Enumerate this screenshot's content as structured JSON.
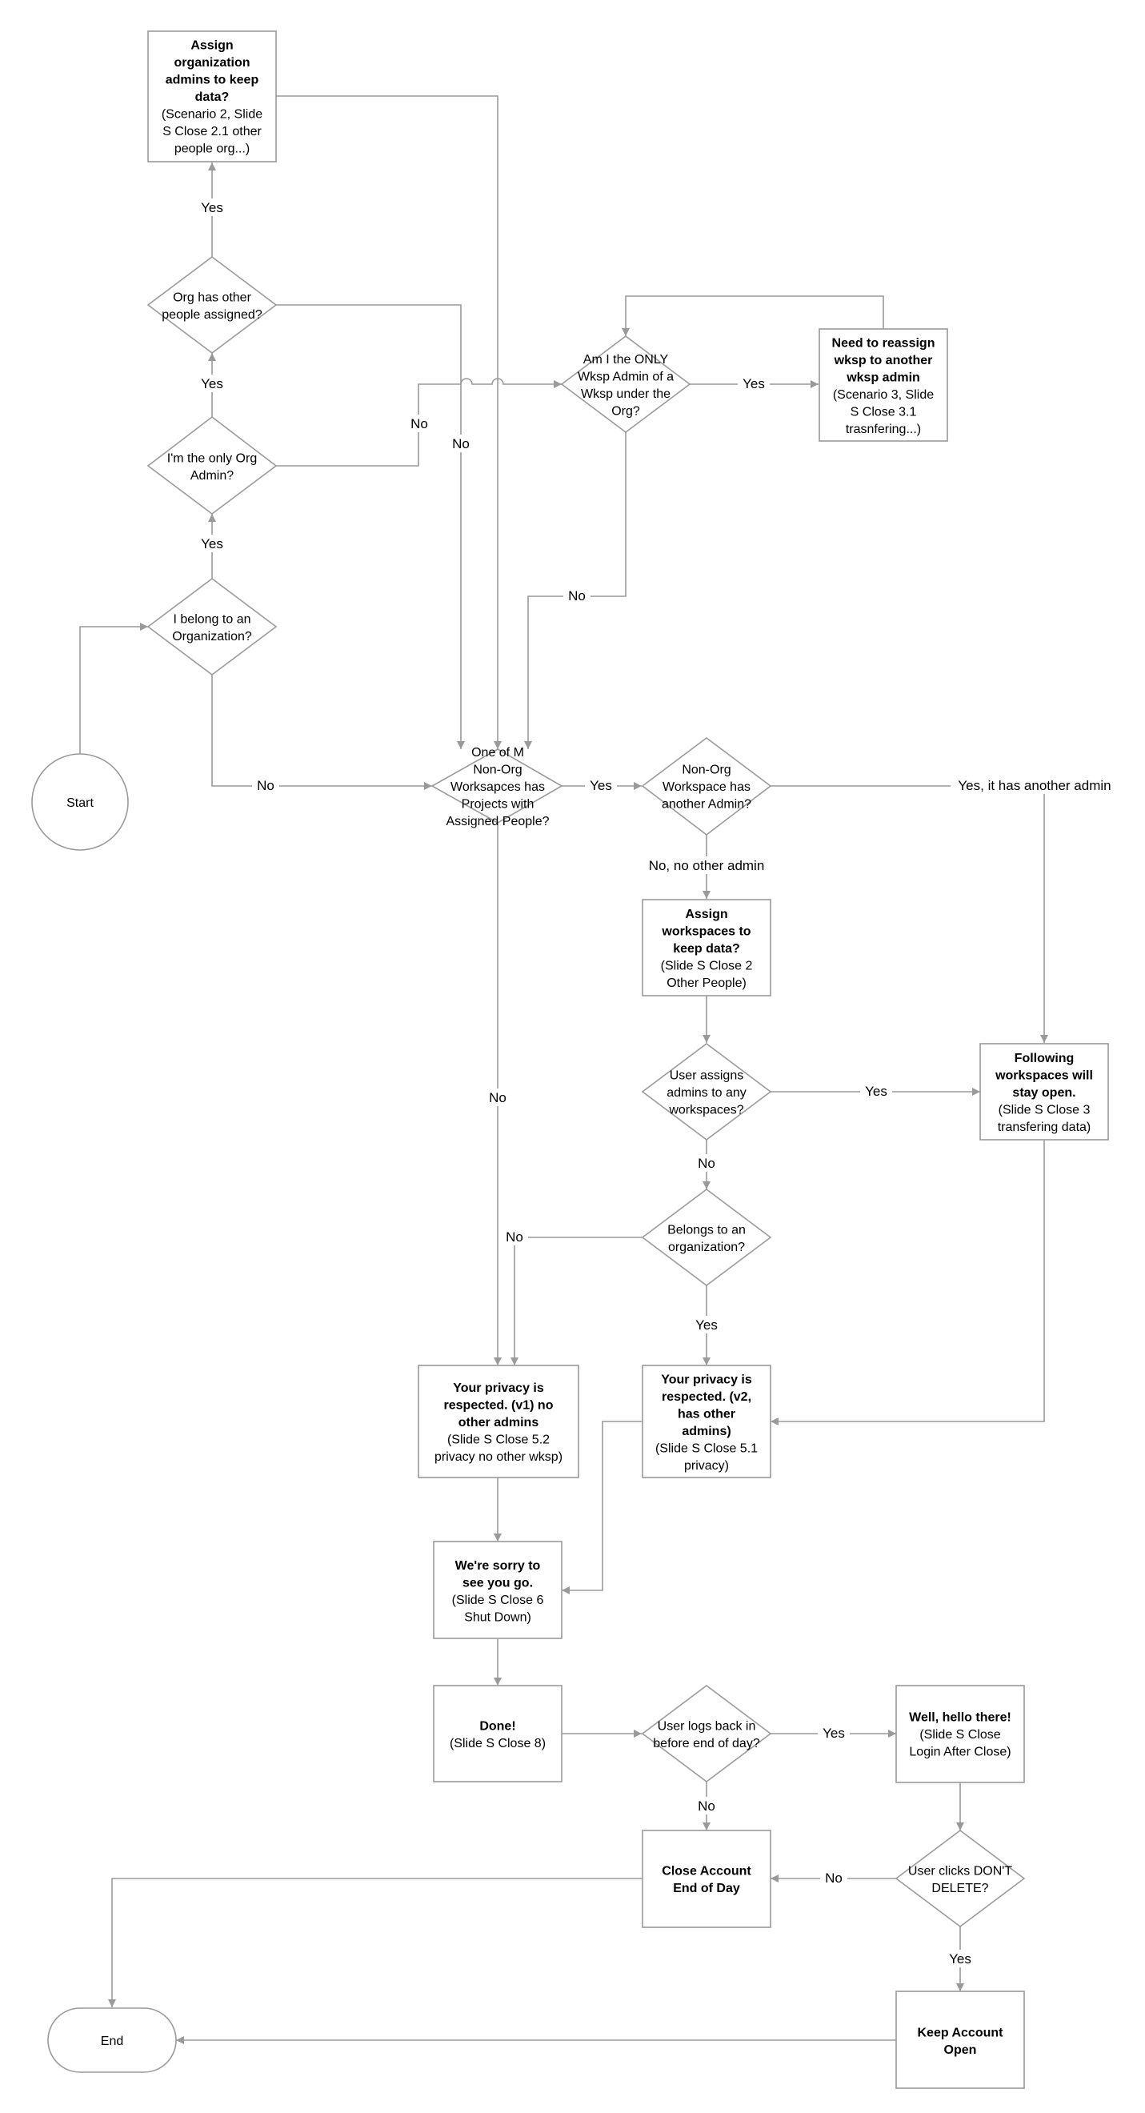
{
  "colors": {
    "line": "#9a9a9a",
    "text": "#000000",
    "fill": "#ffffff"
  },
  "nodes": {
    "start": {
      "lines": [
        {
          "t": "Start",
          "b": false
        }
      ]
    },
    "q_belong_org": {
      "lines": [
        {
          "t": "I belong to an",
          "b": false
        },
        {
          "t": "Organization?",
          "b": false
        }
      ]
    },
    "q_only_org_admin": {
      "lines": [
        {
          "t": "I'm the only Org",
          "b": false
        },
        {
          "t": "Admin?",
          "b": false
        }
      ]
    },
    "q_org_has_other": {
      "lines": [
        {
          "t": "Org has other",
          "b": false
        },
        {
          "t": "people assigned?",
          "b": false
        }
      ]
    },
    "assign_org_admins": {
      "lines": [
        {
          "t": "Assign",
          "b": true
        },
        {
          "t": "organization",
          "b": true
        },
        {
          "t": "admins to keep",
          "b": true
        },
        {
          "t": "data?",
          "b": true
        },
        {
          "t": "(Scenario 2, Slide",
          "b": false
        },
        {
          "t": "S Close 2.1 other",
          "b": false
        },
        {
          "t": "people org...)",
          "b": false
        }
      ]
    },
    "q_only_wksp_admin": {
      "lines": [
        {
          "t": "Am I the ONLY",
          "b": false
        },
        {
          "t": "Wksp Admin of a",
          "b": false
        },
        {
          "t": "Wksp under the",
          "b": false
        },
        {
          "t": "Org?",
          "b": false
        }
      ]
    },
    "reassign_wksp": {
      "lines": [
        {
          "t": "Need to reassign",
          "b": true
        },
        {
          "t": "wksp to another",
          "b": true
        },
        {
          "t": "wksp admin",
          "b": true
        },
        {
          "t": "(Scenario 3, Slide",
          "b": false
        },
        {
          "t": "S Close 3.1",
          "b": false
        },
        {
          "t": "trasnfering...)",
          "b": false
        }
      ]
    },
    "q_nonorg_projects": {
      "lines": [
        {
          "t": "One of M",
          "b": false
        },
        {
          "t": "Non-Org",
          "b": false
        },
        {
          "t": "Worksapces has",
          "b": false
        },
        {
          "t": "Projects with",
          "b": false
        },
        {
          "t": "Assigned People?",
          "b": false
        }
      ]
    },
    "q_nonorg_another_admin": {
      "lines": [
        {
          "t": "Non-Org",
          "b": false
        },
        {
          "t": "Workspace has",
          "b": false
        },
        {
          "t": "another Admin?",
          "b": false
        }
      ]
    },
    "assign_workspaces": {
      "lines": [
        {
          "t": "Assign",
          "b": true
        },
        {
          "t": "workspaces to",
          "b": true
        },
        {
          "t": "keep data?",
          "b": true
        },
        {
          "t": "(Slide S Close 2",
          "b": false
        },
        {
          "t": "Other People)",
          "b": false
        }
      ]
    },
    "q_user_assigns": {
      "lines": [
        {
          "t": "User assigns",
          "b": false
        },
        {
          "t": "admins to any",
          "b": false
        },
        {
          "t": "workspaces?",
          "b": false
        }
      ]
    },
    "following_open": {
      "lines": [
        {
          "t": "Following",
          "b": true
        },
        {
          "t": "workspaces will",
          "b": true
        },
        {
          "t": "stay open.",
          "b": true
        },
        {
          "t": "(Slide S Close 3",
          "b": false
        },
        {
          "t": "transfering data)",
          "b": false
        }
      ]
    },
    "q_belongs_org2": {
      "lines": [
        {
          "t": "Belongs to an",
          "b": false
        },
        {
          "t": "organization?",
          "b": false
        }
      ]
    },
    "privacy_v1": {
      "lines": [
        {
          "t": "Your privacy is",
          "b": true
        },
        {
          "t": "respected. (v1) no",
          "b": true
        },
        {
          "t": "other admins",
          "b": true
        },
        {
          "t": "(Slide S Close 5.2",
          "b": false
        },
        {
          "t": "privacy no other wksp)",
          "b": false
        }
      ]
    },
    "privacy_v2": {
      "lines": [
        {
          "t": "Your privacy is",
          "b": true
        },
        {
          "t": "respected. (v2,",
          "b": true
        },
        {
          "t": "has other",
          "b": true
        },
        {
          "t": "admins)",
          "b": true
        },
        {
          "t": "(Slide S Close 5.1",
          "b": false
        },
        {
          "t": "privacy)",
          "b": false
        }
      ]
    },
    "sorry": {
      "lines": [
        {
          "t": "We're sorry to",
          "b": true
        },
        {
          "t": "see you go.",
          "b": true
        },
        {
          "t": "(Slide S Close 6",
          "b": false
        },
        {
          "t": "Shut Down)",
          "b": false
        }
      ]
    },
    "done": {
      "lines": [
        {
          "t": "Done!",
          "b": true
        },
        {
          "t": "(Slide S Close 8)",
          "b": false
        }
      ]
    },
    "q_logs_back": {
      "lines": [
        {
          "t": "User logs back in",
          "b": false
        },
        {
          "t": "before end of day?",
          "b": false
        }
      ]
    },
    "hello": {
      "lines": [
        {
          "t": "Well, hello there!",
          "b": true
        },
        {
          "t": "(Slide S Close",
          "b": false
        },
        {
          "t": "Login After Close)",
          "b": false
        }
      ]
    },
    "close_account": {
      "lines": [
        {
          "t": "Close Account",
          "b": true
        },
        {
          "t": "End of Day",
          "b": true
        }
      ]
    },
    "q_dont_delete": {
      "lines": [
        {
          "t": "User clicks DON'T",
          "b": false
        },
        {
          "t": "DELETE?",
          "b": false
        }
      ]
    },
    "keep_open": {
      "lines": [
        {
          "t": "Keep Account",
          "b": true
        },
        {
          "t": "Open",
          "b": true
        }
      ]
    },
    "end": {
      "lines": [
        {
          "t": "End",
          "b": false
        }
      ]
    }
  },
  "edge_labels": {
    "yes_org_to_only_admin": "Yes",
    "yes_only_admin_to_org_other": "Yes",
    "yes_org_other_to_assign": "Yes",
    "no_only_admin": "No",
    "no_org_other": "No",
    "yes_only_wksp": "Yes",
    "no_only_wksp": "No",
    "no_belong_org": "No",
    "yes_nonorg_projects": "Yes",
    "yes_another_admin": "Yes, it has another admin",
    "no_another_admin": "No, no other admin",
    "no_nonorg_projects": "No",
    "yes_user_assigns": "Yes",
    "no_user_assigns": "No",
    "no_belongs_org2": "No",
    "yes_belongs_org2": "Yes",
    "yes_logs_back": "Yes",
    "no_logs_back": "No",
    "no_dont_delete": "No",
    "yes_dont_delete": "Yes"
  }
}
